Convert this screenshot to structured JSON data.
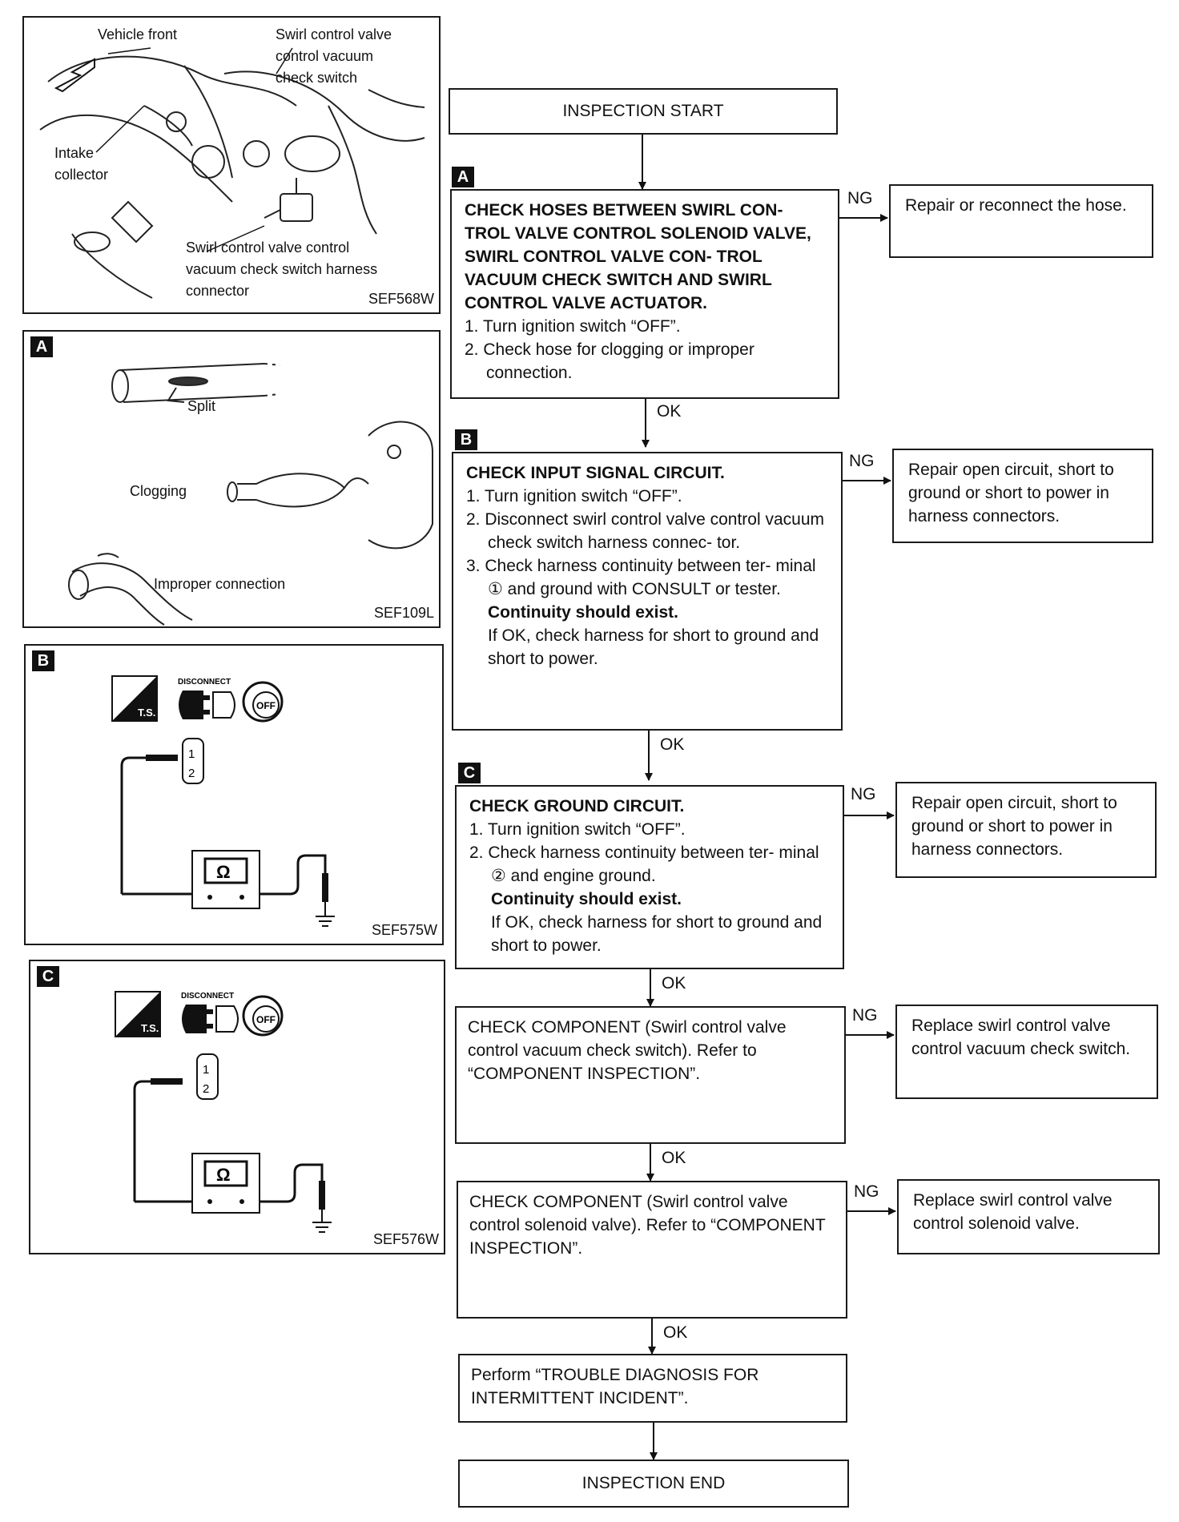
{
  "figures": {
    "engine": {
      "vehicle_front": "Vehicle front",
      "switch_label": [
        "Swirl control valve",
        "control vacuum",
        "check switch"
      ],
      "intake_label": [
        "Intake",
        "collector"
      ],
      "connector_label": [
        "Swirl control valve control",
        "vacuum check switch harness",
        "connector"
      ],
      "code": "SEF568W"
    },
    "hose": {
      "tag": "A",
      "split": "Split",
      "clogging": "Clogging",
      "improper": "Improper connection",
      "code": "SEF109L"
    },
    "circuit_b": {
      "tag": "B",
      "ts": "T.S.",
      "disconnect": "DISCONNECT",
      "off": "OFF",
      "pin1": "1",
      "pin2": "2",
      "meter": "Ω",
      "code": "SEF575W"
    },
    "circuit_c": {
      "tag": "C",
      "ts": "T.S.",
      "disconnect": "DISCONNECT",
      "off": "OFF",
      "pin1": "1",
      "pin2": "2",
      "meter": "Ω",
      "code": "SEF576W"
    }
  },
  "flow": {
    "start": "INSPECTION START",
    "end": "INSPECTION END",
    "ok": "OK",
    "ng": "NG",
    "step_a": {
      "tag": "A",
      "title": "CHECK HOSES BETWEEN SWIRL CON- TROL VALVE CONTROL SOLENOID VALVE, SWIRL CONTROL VALVE CON- TROL VACUUM CHECK SWITCH AND SWIRL CONTROL VALVE ACTUATOR.",
      "items": [
        "1. Turn ignition switch “OFF”.",
        "2. Check hose for clogging or improper connection."
      ],
      "ng_result": "Repair or reconnect the hose."
    },
    "step_b": {
      "tag": "B",
      "title": "CHECK INPUT SIGNAL CIRCUIT.",
      "items": [
        "1. Turn ignition switch “OFF”.",
        "2. Disconnect swirl control valve control vacuum check switch harness connec- tor.",
        "3. Check harness continuity between ter- minal ① and ground with CONSULT or tester."
      ],
      "must": "Continuity should exist.",
      "note": "If OK, check harness for short to ground and short to power.",
      "ng_result": "Repair open circuit, short to ground or short to power in harness connectors."
    },
    "step_c": {
      "tag": "C",
      "title": "CHECK GROUND CIRCUIT.",
      "items": [
        "1. Turn ignition switch “OFF”.",
        "2. Check harness continuity between ter- minal ② and engine ground."
      ],
      "must": "Continuity should exist.",
      "note": "If OK, check harness for short to ground and short to power.",
      "ng_result": "Repair open circuit, short to ground or short to power in harness connectors."
    },
    "step_d": {
      "text": "CHECK COMPONENT (Swirl control valve control vacuum check switch). Refer to “COMPONENT INSPECTION”.",
      "ng_result": "Replace swirl control valve control vacuum check switch."
    },
    "step_e": {
      "text": "CHECK COMPONENT (Swirl control valve control solenoid valve). Refer to “COMPONENT INSPECTION”.",
      "ng_result": "Replace swirl control valve control solenoid valve."
    },
    "step_f": {
      "text": "Perform “TROUBLE DIAGNOSIS FOR INTERMITTENT INCIDENT”."
    }
  }
}
